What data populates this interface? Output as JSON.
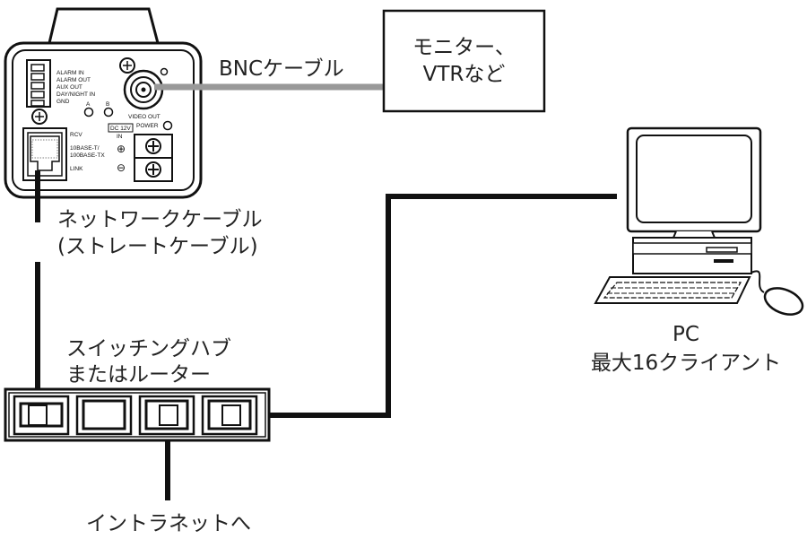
{
  "camera": {
    "terminal_labels": [
      "ALARM IN",
      "ALARM OUT",
      "AUX OUT",
      "DAY/NIGHT IN",
      "GND"
    ],
    "led_a": "A",
    "led_b": "B",
    "video_out": "VIDEO OUT",
    "power": "POWER",
    "dc_12v": "DC 12V",
    "dc_in": "IN",
    "plus": "⊕",
    "minus": "⊖",
    "rcv": "RCV",
    "lan_label_1": "10BASE-T/",
    "lan_label_2": "100BASE-TX",
    "link": "LINK"
  },
  "labels": {
    "bnc_cable": "BNCケーブル",
    "monitor_line1": "モニター、",
    "monitor_line2": "VTRなど",
    "network_cable_line1": "ネットワークケーブル",
    "network_cable_line2": "(ストレートケーブル)",
    "hub_line1": "スイッチングハブ",
    "hub_line2": "またはルーター",
    "pc_line1": "PC",
    "pc_line2": "最大16クライアント",
    "intranet": "イントラネットへ"
  }
}
